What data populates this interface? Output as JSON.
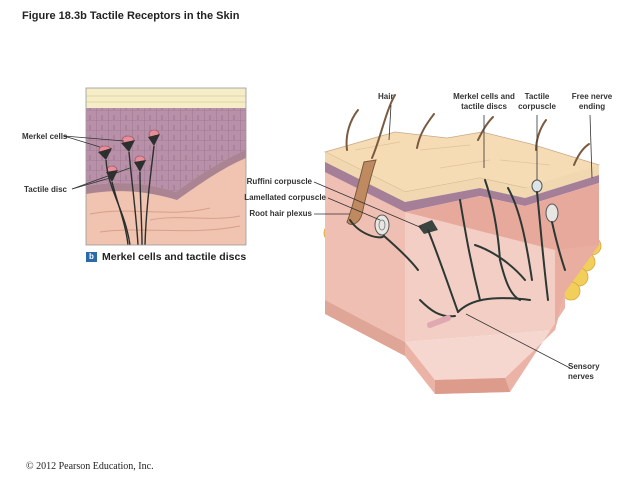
{
  "figure_title": "Figure 18.3b  Tactile Receptors in the Skin",
  "inset": {
    "caption_badge": "b",
    "caption": "Merkel cells and tactile discs",
    "labels": {
      "merkel_cells": "Merkel cells",
      "tactile_disc": "Tactile disc"
    }
  },
  "main": {
    "labels": {
      "hair": "Hair",
      "merkel_cells_and_tactile_discs": [
        "Merkel cells and",
        "tactile discs"
      ],
      "tactile_corpuscle": [
        "Tactile",
        "corpuscle"
      ],
      "free_nerve_ending": [
        "Free nerve",
        "ending"
      ],
      "ruffini_corpuscle": "Ruffini corpuscle",
      "lamellated_corpuscle": "Lamellated corpuscle",
      "root_hair_plexus": "Root hair plexus",
      "sensory_nerves": [
        "Sensory",
        "nerves"
      ]
    }
  },
  "copyright": "© 2012 Pearson Education, Inc.",
  "colors": {
    "epidermis_pink": "#e7b3a6",
    "dermis_pink": "#f1cfc4",
    "fat_yellow": "#f1cf5a",
    "nerve_dark": "#2c3833",
    "stratum_purple": "#a57f98",
    "badge_blue": "#2a6aa8"
  }
}
